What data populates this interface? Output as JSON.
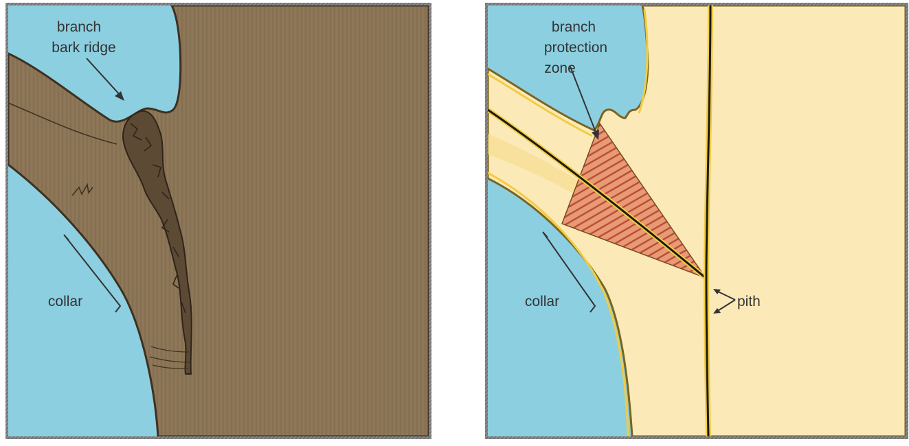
{
  "left_panel": {
    "label_ridge_line1": "branch",
    "label_ridge_line2": "bark ridge",
    "label_collar": "collar",
    "colors": {
      "sky": "#8ccfe0",
      "bark": "#8b7556",
      "bark_dark": "#4e3d2b",
      "frame": "#666666"
    }
  },
  "right_panel": {
    "label_zone_line1": "branch",
    "label_zone_line2": "protection",
    "label_zone_line3": "zone",
    "label_collar": "collar",
    "label_pith": "pith",
    "colors": {
      "sky": "#8ccfe0",
      "wood": "#fbe9b7",
      "outline": "#c9a63a",
      "hatch": "#e8856a",
      "frame": "#666666"
    }
  }
}
